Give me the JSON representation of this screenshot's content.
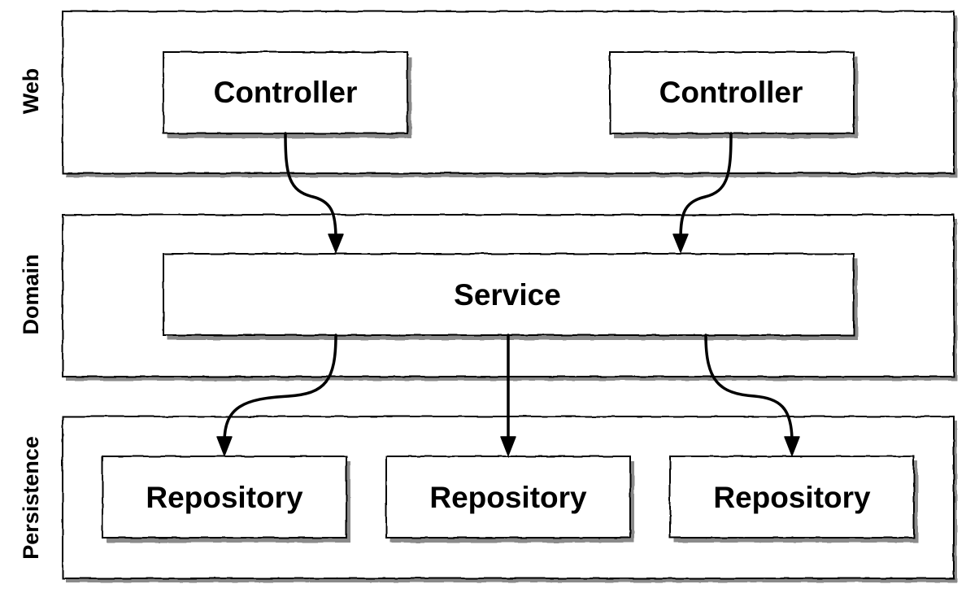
{
  "layers": [
    {
      "id": "web",
      "label": "Web"
    },
    {
      "id": "domain",
      "label": "Domain"
    },
    {
      "id": "persistence",
      "label": "Persistence"
    }
  ],
  "boxes": {
    "controller_left": "Controller",
    "controller_right": "Controller",
    "service": "Service",
    "repository_left": "Repository",
    "repository_middle": "Repository",
    "repository_right": "Repository"
  },
  "colors": {
    "line": "#000000",
    "shadow": "#8a8a8a",
    "fill": "#ffffff"
  }
}
